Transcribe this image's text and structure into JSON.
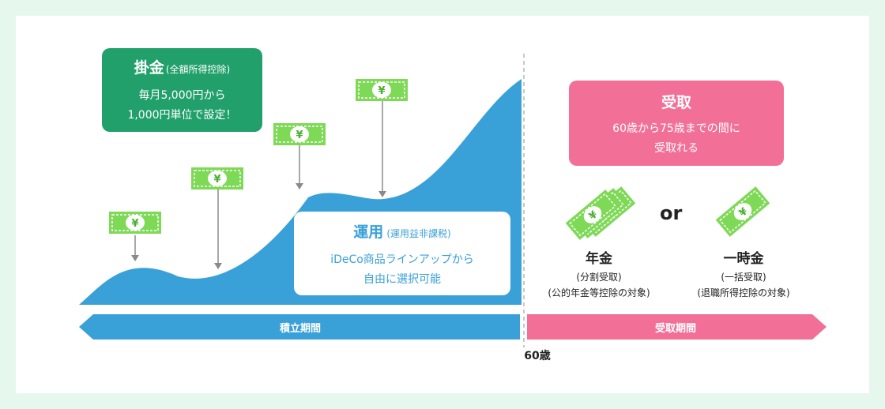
{
  "colors": {
    "background": "#e6f7ee",
    "card": "#ffffff",
    "green": "#22a06b",
    "bill_green": "#7ed957",
    "blue": "#3aa0d8",
    "pink": "#f27098",
    "arrow_gray": "#8a8a8a"
  },
  "contribution": {
    "title": "掛金",
    "title_note": "(全額所得控除)",
    "line1": "毎月5,000円から",
    "line2": "1,000円単位で設定！"
  },
  "investment": {
    "title": "運用",
    "title_note": "(運用益非課税)",
    "line1": "iDeCo商品ラインアップから",
    "line2": "自由に選択可能"
  },
  "receipt": {
    "title": "受取",
    "line1": "60歳から75歳までの間に",
    "line2": "受取れる"
  },
  "options": {
    "pension": {
      "title": "年金",
      "sub1": "(分割受取)",
      "sub2": "(公的年金等控除の対象)"
    },
    "or_label": "or",
    "lump_sum": {
      "title": "一時金",
      "sub1": "(一括受取)",
      "sub2": "(退職所得控除の対象)"
    }
  },
  "timeline": {
    "accumulation_label": "積立期間",
    "receipt_label": "受取期間",
    "age_label": "60歳"
  },
  "icons": {
    "bill": "yen-bill-icon",
    "bill_stack": "yen-bill-stack-icon"
  },
  "currency_symbol": "¥"
}
